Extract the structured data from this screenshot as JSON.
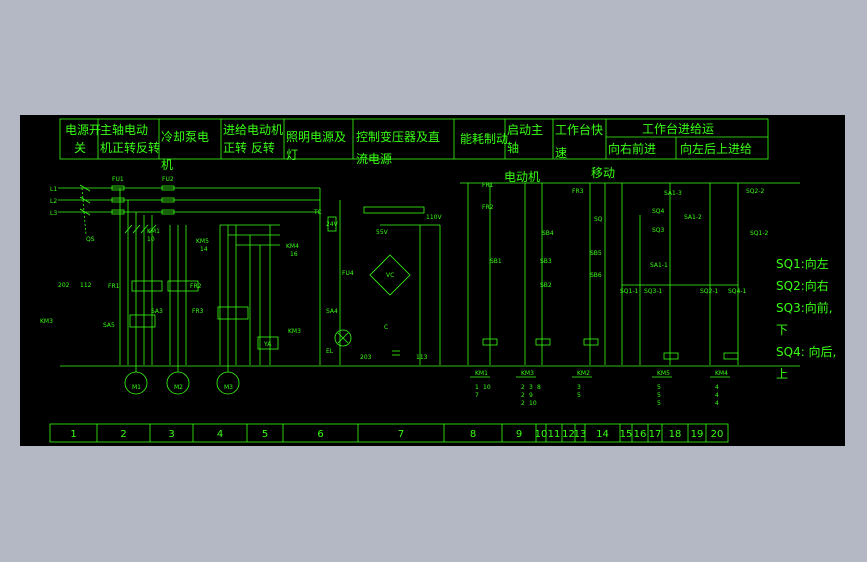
{
  "colors": {
    "background": "#b4b8c5",
    "canvas": "#000000",
    "line": "#39ff14"
  },
  "header": {
    "power_switch": [
      "电源开",
      "关"
    ],
    "spindle_motor": [
      "主轴电动",
      "机正转反转"
    ],
    "coolant_pump": [
      "冷却泵电",
      "机"
    ],
    "feed_motor": [
      "进给电动机",
      "正转 反转"
    ],
    "lighting": [
      "照明电源及",
      "灯"
    ],
    "control_transformer": [
      "控制变压器及直",
      "流电源"
    ],
    "braking": [
      "能耗制动"
    ],
    "spindle_start": [
      "启动主",
      "轴",
      "电动机"
    ],
    "table_rapid": [
      "工作台快",
      "速",
      "移动"
    ],
    "table_feed_title": "工作台进给运",
    "table_feed_right_front": "向右前进",
    "table_feed_left_back": "向左后上进给"
  },
  "component_labels": {
    "l1": "L1",
    "l2": "L2",
    "l3": "L3",
    "qs": "QS",
    "fu1": "FU1",
    "fu2": "FU2",
    "km1": "KM1",
    "km2": "KM2",
    "km3": "KM3",
    "km4": "KM4",
    "km5": "KM5",
    "km5_num": "14",
    "km4_num": "16",
    "km1_num": "10",
    "fr1": "FR1",
    "fr2": "FR2",
    "fr3": "FR3",
    "sa5": "SA5",
    "sa3": "SA3",
    "ya": "YA",
    "tc": "TC",
    "v24": "24V",
    "v55": "55V",
    "v110": "110V",
    "fu4": "FU4",
    "sa4": "SA4",
    "el": "EL",
    "vc": "VC",
    "c": "C",
    "m1": "M1",
    "m2": "M2",
    "m3": "M3",
    "sb": "SB",
    "sq": "SQ",
    "sa1_3": "SA1-3",
    "sa1_2": "SA1-2",
    "sq2_2": "SQ2-2",
    "sq1_2": "SQ1-2",
    "sq1_1": "SQ1-1",
    "sq3_1": "SQ3-1",
    "sq2_1": "SQ2-1",
    "sq4_1": "SQ4-1",
    "sq4": "SQ4",
    "sq3": "SQ3",
    "sa1_1": "SA1-1",
    "sb1": "SB1",
    "sb3": "SB3",
    "sb2": "SB2",
    "sb4": "SB4",
    "sb6": "SB6",
    "sb5": "SB5",
    "n202": "202",
    "n113": "113",
    "n203": "203",
    "n112": "112"
  },
  "notes": [
    "SQ1:向左",
    "SQ2:向右",
    "SQ3:向前,",
    "下",
    "SQ4: 向后,",
    "上"
  ],
  "columns": [
    "1",
    "2",
    "3",
    "4",
    "5",
    "6",
    "7",
    "8",
    "9",
    "10",
    "11",
    "12",
    "13",
    "14",
    "15",
    "16",
    "17",
    "18",
    "19",
    "20"
  ],
  "contact_tables": [
    {
      "label": "KM1",
      "cols": [
        [
          "1",
          "7"
        ],
        [
          "10"
        ]
      ]
    },
    {
      "label": "KM3",
      "cols": [
        [
          "2",
          "2",
          "2"
        ],
        [
          "3",
          "9",
          "10"
        ],
        [
          "8"
        ]
      ]
    },
    {
      "label": "KM2",
      "cols": [
        [
          "3",
          "5"
        ]
      ]
    },
    {
      "label": "KM5",
      "cols": [
        [
          "5",
          "5",
          "5"
        ]
      ]
    },
    {
      "label": "KM4",
      "cols": [
        [
          "4",
          "4",
          "4"
        ]
      ]
    }
  ]
}
